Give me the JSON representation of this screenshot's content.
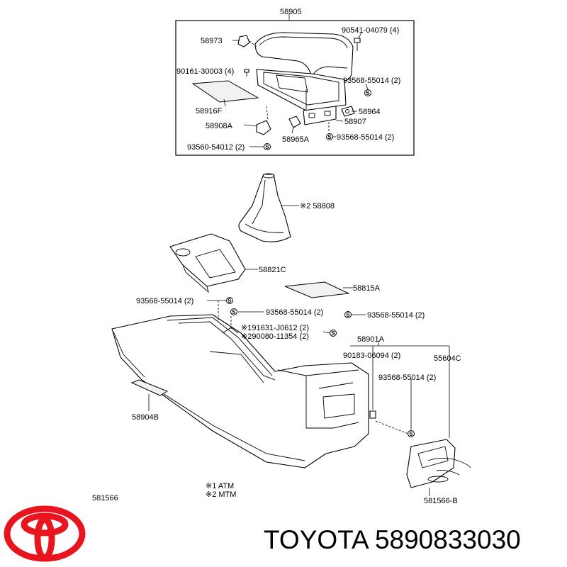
{
  "group_title": "58905",
  "callouts": {
    "c58973": "58973",
    "c90541": "90541-04079 (4)",
    "c90161": "90161-30003 (4)",
    "c93568a": "93568-55014 (2)",
    "c58916f": "58916F",
    "c58964": "58964",
    "c58907": "58907",
    "c58908a": "58908A",
    "c58965a": "58965A",
    "c93568b": "93568-55014 (2)",
    "c93560": "93560-54012 (2)",
    "c58808": "※2 58808",
    "c58821c": "58821C",
    "c58815a": "58815A",
    "c93568c": "93568-55014 (2)",
    "c93568d": "93568-55014 (2)",
    "c93568e": "93568-55014 (2)",
    "c191631": "※191631-J0612 (2)",
    "c290080": "※290080-11354 (2)",
    "c58901a": "58901A",
    "c90183": "90183-06094 (2)",
    "c55604c": "55604C",
    "c93568f": "93568-55014 (2)",
    "c58904b": "58904B",
    "c581566": "581566",
    "c581566b": "581566-B"
  },
  "legend": {
    "line1": "※1  ATM",
    "line2": "※2  MTM"
  },
  "brand": {
    "name": "TOYOTA",
    "part_number": "5890833030",
    "logo_color": "#e8151f"
  },
  "icons": {
    "fastener_symbol": "S"
  }
}
